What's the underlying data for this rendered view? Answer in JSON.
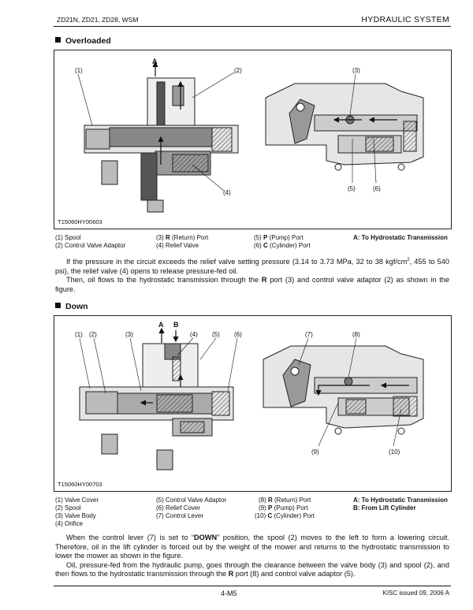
{
  "header": {
    "model": "ZD21N, ZD21, ZD28, WSM",
    "section": "HYDRAULIC SYSTEM"
  },
  "overloaded": {
    "title": "Overloaded",
    "figure_id": "T15060HY00603",
    "callouts": {
      "c1": "(1)",
      "c2": "(2)",
      "c3": "(3)",
      "c4": "(4)",
      "c5": "(5)",
      "c6": "(6)",
      "A": "A"
    },
    "legend": {
      "l1": "(1)  Spool",
      "l2": "(2)  Control Valve Adaptor",
      "l3_pre": "(3) ",
      "l3_bold": "R",
      "l3_post": " (Return) Port",
      "l4": "(4)  Relief Valve",
      "l5_pre": "(5) ",
      "l5_bold": "P",
      "l5_post": " (Pump) Port",
      "l6_pre": "(6) ",
      "l6_bold": "C",
      "l6_post": " (Cylinder) Port",
      "la": "A:  To Hydrostatic Transmission"
    },
    "para1_a": "If the pressure in the circuit exceeds the relief valve setting pressure (3.14 to 3.73 MPa, 32 to 38 kgf/cm",
    "para1_sup": "2",
    "para1_b": ", 455 to 540 psi), the relief valve (4) opens to release pressure-fed oil.",
    "para2_a": "Then, oil flows to the hydrostatic transmission through the ",
    "para2_bold": "R",
    "para2_b": " port (3) and control valve adaptor (2) as shown in the figure."
  },
  "down": {
    "title": "Down",
    "figure_id": "T15060HY00703",
    "callouts": {
      "c1": "(1)",
      "c2": "(2)",
      "c3": "(3)",
      "c4": "(4)",
      "c5": "(5)",
      "c6": "(6)",
      "c7": "(7)",
      "c8": "(8)",
      "c9": "(9)",
      "c10": "(10)",
      "A": "A",
      "B": "B"
    },
    "legend": {
      "l1": "(1)  Valve Cover",
      "l2": "(2)  Spool",
      "l3": "(3)  Valve Body",
      "l4": "(4)  Orifice",
      "l5": "(5)  Control Valve Adaptor",
      "l6": "(6)  Relief Cover",
      "l7": "(7)  Control Lever",
      "l8_pre": "(8) ",
      "l8_bold": "R",
      "l8_post": " (Return) Port",
      "l9_pre": "(9) ",
      "l9_bold": "P",
      "l9_post": " (Pump) Port",
      "l10_pre": "(10) ",
      "l10_bold": "C",
      "l10_post": " (Cylinder) Port",
      "la": "A:  To Hydrostatic Transmission",
      "lb": "B:  From Lift Cylinder"
    },
    "para1_a": "When the control lever (7) is set to “",
    "para1_bold": "DOWN",
    "para1_b": "” position, the spool (2) moves to the left to form a lowering circuit. Therefore, oil in the lift cylinder is forced out by the weight of the mower and returns to the hydrostatic transmission to lower the mower as shown in the figure.",
    "para2_a": "Oil, pressure-fed from the hydraulic pump, goes through the clearance between the valve body (3) and spool (2), and then flows to the hydrostatic transmission through the ",
    "para2_bold": "R",
    "para2_b": " port (8) and control valve adaptor (5)."
  },
  "footer": {
    "page": "4-M5",
    "issue": "KISC issued 09, 2006 A"
  }
}
